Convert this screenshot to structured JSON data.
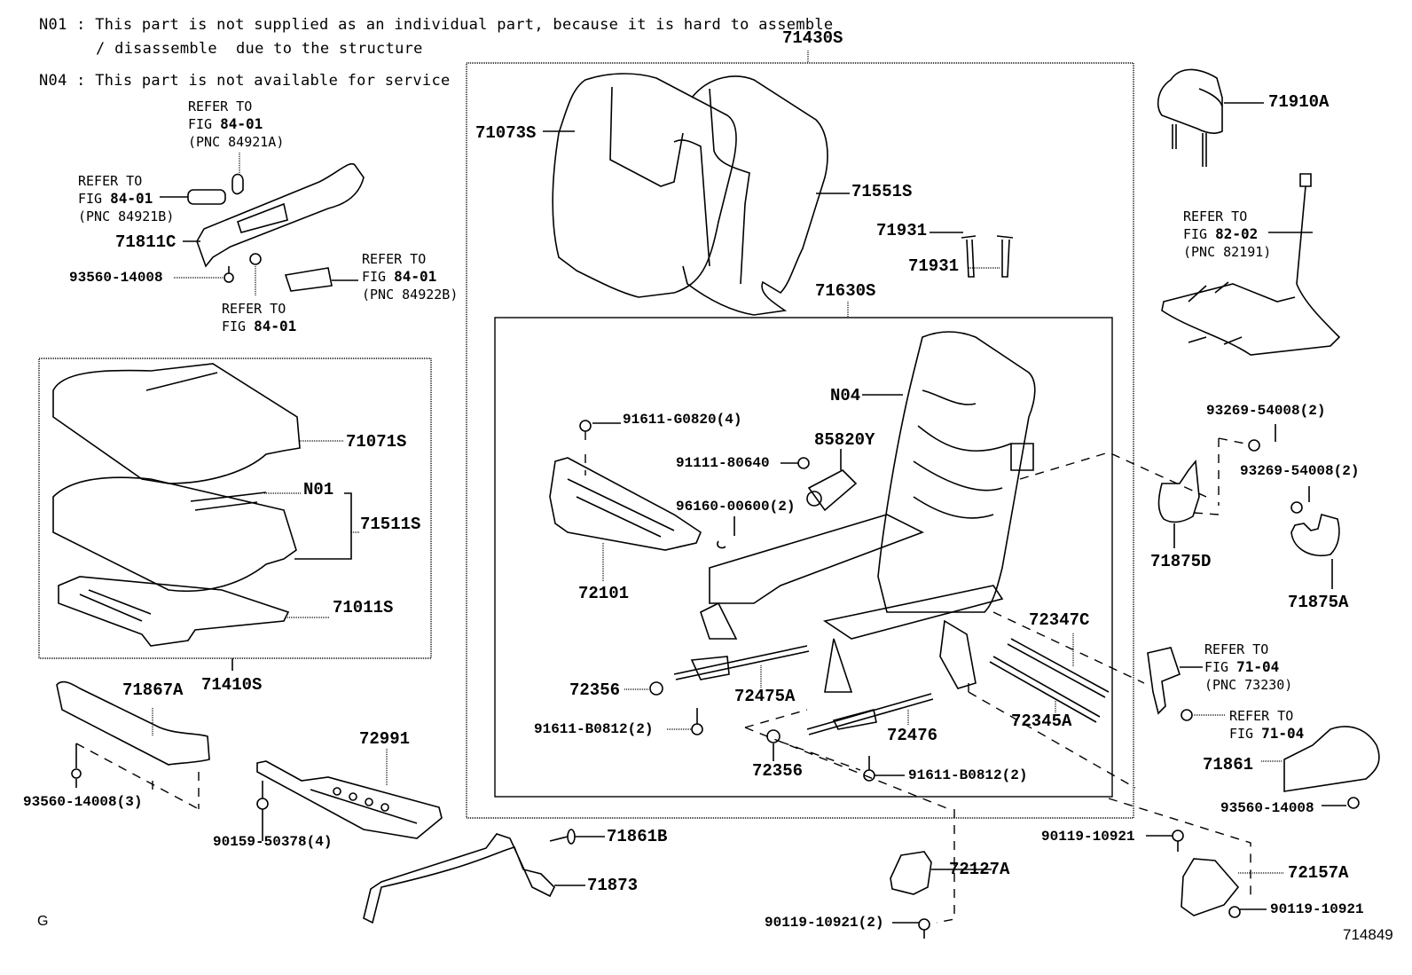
{
  "notes": [
    {
      "code": "N01",
      "text": "N01 : This part is not supplied as an individual part, because it is hard to assemble",
      "text2": "/ disassemble  due to the structure"
    },
    {
      "code": "N04",
      "text": "N04 : This part is not available for service"
    }
  ],
  "groups": {
    "seat_back_assy": "71430S",
    "seat_frame_assy": "71630S",
    "seat_cushion_assy": "71410S"
  },
  "parts": {
    "p71073S": "71073S",
    "p71551S": "71551S",
    "p71910A": "71910A",
    "p71931a": "71931",
    "p71931b": "71931",
    "p71811C": "71811C",
    "p93560_14008_top": "93560-14008",
    "p71071S": "71071S",
    "pN01": "N01",
    "p71511S": "71511S",
    "p71011S": "71011S",
    "p71867A": "71867A",
    "p93560_14008_3": "93560-14008(3)",
    "p72991": "72991",
    "p90159_50378_4": "90159-50378(4)",
    "p71861B": "71861B",
    "p71873": "71873",
    "pN04": "N04",
    "p85820Y": "85820Y",
    "p91611_G0820_4": "91611-G0820(4)",
    "p91111_80640": "91111-80640",
    "p96160_00600_2": "96160-00600(2)",
    "p72101": "72101",
    "p72347C": "72347C",
    "p72345A": "72345A",
    "p72356a": "72356",
    "p72356b": "72356",
    "p72475A": "72475A",
    "p72476": "72476",
    "p91611_B0812_2a": "91611-B0812(2)",
    "p91611_B0812_2b": "91611-B0812(2)",
    "p93269_54008_2a": "93269-54008(2)",
    "p93269_54008_2b": "93269-54008(2)",
    "p71875D": "71875D",
    "p71875A": "71875A",
    "p71861": "71861",
    "p93560_14008_right": "93560-14008",
    "p90119_10921_a": "90119-10921",
    "p90119_10921_b": "90119-10921",
    "p90119_10921_2": "90119-10921(2)",
    "p72127A": "72127A",
    "p72157A": "72157A"
  },
  "references": {
    "r1": {
      "l1": "REFER TO",
      "fig_prefix": "FIG ",
      "fig": "84-01",
      "pnc": "(PNC 84921A)"
    },
    "r2": {
      "l1": "REFER TO",
      "fig_prefix": "FIG ",
      "fig": "84-01",
      "pnc": "(PNC 84921B)"
    },
    "r3": {
      "l1": "REFER TO",
      "fig_prefix": "FIG ",
      "fig": "84-01",
      "pnc": "(PNC 84922B)"
    },
    "r4": {
      "l1": "REFER TO",
      "fig_prefix": "FIG ",
      "fig": "84-01"
    },
    "r5": {
      "l1": "REFER TO",
      "fig_prefix": "FIG ",
      "fig": "82-02",
      "pnc": "(PNC 82191)"
    },
    "r6": {
      "l1": "REFER TO",
      "fig_prefix": "FIG ",
      "fig": "71-04",
      "pnc": "(PNC 73230)"
    },
    "r7": {
      "l1": "REFER TO",
      "fig_prefix": "FIG ",
      "fig": "71-04"
    }
  },
  "footer": {
    "corner_letter": "G",
    "illustration_id": "714849"
  }
}
